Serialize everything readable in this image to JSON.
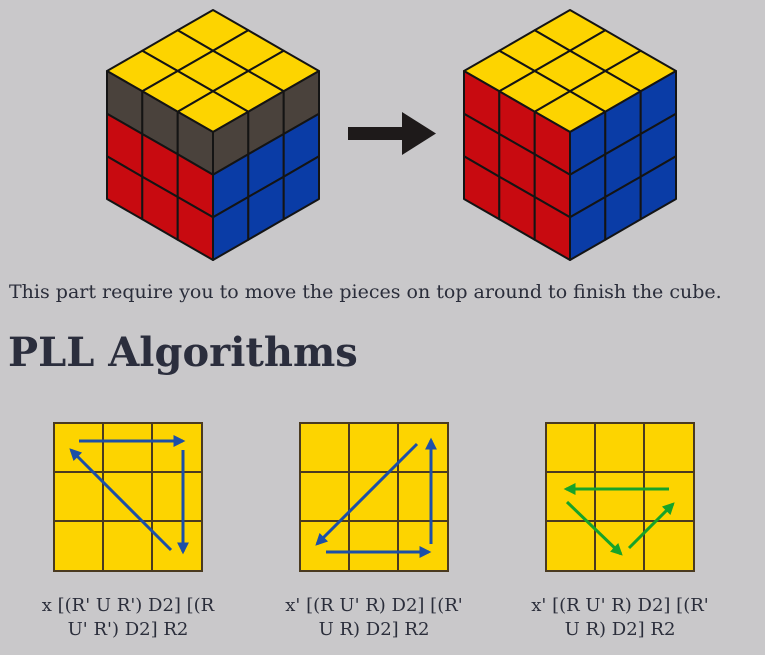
{
  "intro_text": "This part require you to move the pieces on top around to finish the cube.",
  "heading": "PLL Algorithms",
  "colors": {
    "background": "#c9c8ca",
    "sticker_yellow": "#fdd400",
    "sticker_red": "#c80a10",
    "sticker_blue": "#0a3ca6",
    "sticker_dark": "#4a423c",
    "arrow_blue": "#1c4fa8",
    "arrow_green": "#17a329",
    "transition_arrow": "#1e1a1a"
  },
  "algorithms": [
    {
      "notation_line1": "x [(R' U R') D2] [(R",
      "notation_line2": "U' R') D2] R2",
      "arrow_color": "blue"
    },
    {
      "notation_line1": "x' [(R U' R) D2] [(R'",
      "notation_line2": "U R) D2] R2",
      "arrow_color": "blue"
    },
    {
      "notation_line1": "x' [(R U' R) D2] [(R'",
      "notation_line2": "U R) D2] R2",
      "arrow_color": "green"
    }
  ]
}
